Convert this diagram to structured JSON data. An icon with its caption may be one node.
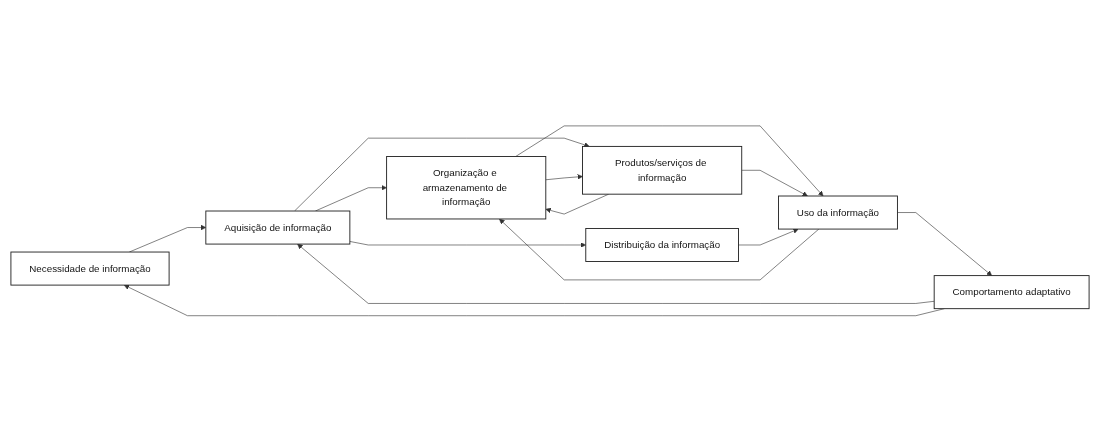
{
  "diagram": {
    "nodes": [
      {
        "text": [
          "Necessidade de informação"
        ]
      },
      {
        "text": [
          "Aquisição de informação"
        ]
      },
      {
        "text": [
          "Organização e armazenamento de informação"
        ]
      },
      {
        "text": [
          "Produtos/serviços de informação"
        ]
      },
      {
        "text": [
          "Distribuição da informação"
        ]
      },
      {
        "text": [
          "Uso da informação"
        ]
      },
      {
        "text": [
          "Comportamento adaptativo"
        ]
      }
    ],
    "edges": [
      {
        "from": 0,
        "to": 1,
        "arrow": "to"
      },
      {
        "from": 1,
        "to": 2,
        "arrow": "to"
      },
      {
        "from": 1,
        "to": 3,
        "arrow": "to"
      },
      {
        "from": 1,
        "to": 4,
        "arrow": "to"
      },
      {
        "from": 2,
        "to": 3,
        "arrow": "to"
      },
      {
        "from": 3,
        "to": 2,
        "arrow": "to"
      },
      {
        "from": 2,
        "to": 5,
        "arrow": "to"
      },
      {
        "from": 5,
        "to": 2,
        "arrow": "to"
      },
      {
        "from": 3,
        "to": 5,
        "arrow": "to"
      },
      {
        "from": 4,
        "to": 5,
        "arrow": "to"
      },
      {
        "from": 5,
        "to": 6,
        "arrow": "to"
      },
      {
        "from": 6,
        "to": 1,
        "arrow": "to"
      },
      {
        "from": 6,
        "to": 0,
        "arrow": "to"
      }
    ]
  }
}
